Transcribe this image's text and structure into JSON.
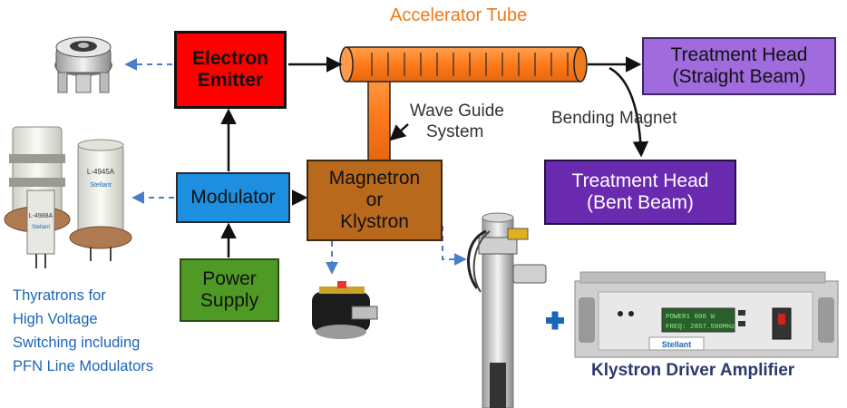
{
  "diagram": {
    "blocks": {
      "emitter": [
        "Electron",
        "Emitter"
      ],
      "modulator": [
        "Modulator"
      ],
      "magnetron": [
        "Magnetron",
        "or",
        "Klystron"
      ],
      "power_supply": [
        "Power",
        "Supply"
      ],
      "head_straight": [
        "Treatment Head",
        "(Straight Beam)"
      ],
      "head_bent": [
        "Treatment Head",
        "(Bent Beam)"
      ]
    },
    "labels": {
      "accelerator_tube": "Accelerator Tube",
      "wave_guide": [
        "Wave Guide",
        "System"
      ],
      "bending_magnet": "Bending Magnet"
    },
    "captions": {
      "thyratrons": [
        "Thyratrons for",
        "High Voltage",
        "Switching including",
        "PFN Line Modulators"
      ],
      "klystron_driver": "Klystron Driver Amplifier"
    },
    "product_images": {
      "electron_gun": "electron-gun-photo",
      "thyratrons": "thyratron-tubes-photo",
      "magnetron": "magnetron-photo",
      "klystron": "klystron-photo",
      "amplifier": "klystron-driver-amplifier-photo"
    },
    "device_text": {
      "brand": "Stellant",
      "tube_model_1": "L-4945A",
      "tube_model_2": "L-4988A",
      "display_line_1": "POWER1    000 W",
      "display_line_2": "FREQ:  2857.500MHz"
    },
    "colors": {
      "emitter": "#ff0000",
      "modulator": "#1e8fe0",
      "magnetron": "#b8691c",
      "power_supply": "#4f9a24",
      "head_straight": "#a06bdd",
      "head_bent": "#6a2ab0",
      "tube": "#ff7a1a",
      "dashed_link": "#4a7ec8",
      "caption_blue": "#1a66b8"
    }
  }
}
